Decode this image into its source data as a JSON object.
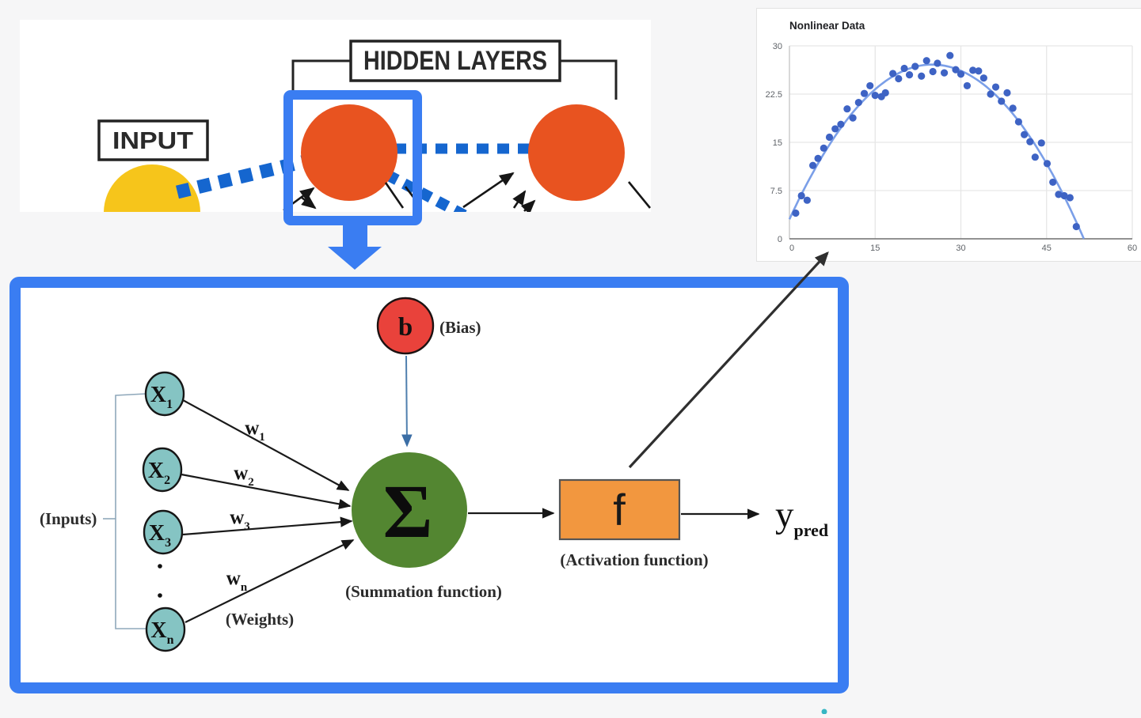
{
  "colors": {
    "highlight_blue": "#3a7df2",
    "connection_blue": "#1566cf",
    "node_orange": "#e85320",
    "input_yellow": "#f6c51b",
    "bias_red": "#e9423b",
    "input_teal": "#85c4c3",
    "summation_green": "#538631",
    "activation_orange": "#f2973f"
  },
  "network_overview": {
    "hidden_layers_label": "HIDDEN LAYERS",
    "input_label": "INPUT"
  },
  "perceptron": {
    "bias": {
      "symbol": "b",
      "caption": "(Bias)"
    },
    "inputs": {
      "caption": "(Inputs)",
      "nodes": [
        {
          "symbol": "X",
          "sub": "1"
        },
        {
          "symbol": "X",
          "sub": "2"
        },
        {
          "symbol": "X",
          "sub": "3"
        },
        {
          "symbol": "X",
          "sub": "n"
        }
      ]
    },
    "weights": {
      "caption": "(Weights)",
      "labels": [
        {
          "symbol": "w",
          "sub": "1"
        },
        {
          "symbol": "w",
          "sub": "2"
        },
        {
          "symbol": "w",
          "sub": "3"
        },
        {
          "symbol": "w",
          "sub": "n"
        }
      ]
    },
    "summation": {
      "symbol": "Σ",
      "caption": "(Summation function)"
    },
    "activation": {
      "symbol": "f",
      "caption": "(Activation function)"
    },
    "output": {
      "symbol": "y",
      "sub": "pred"
    }
  },
  "chart_data": {
    "type": "scatter",
    "title": "Nonlinear Data",
    "xlabel": "",
    "ylabel": "",
    "xlim": [
      0,
      60
    ],
    "ylim": [
      0,
      30
    ],
    "x_ticks": [
      0,
      15,
      30,
      45,
      60
    ],
    "y_ticks": [
      0,
      7.5,
      15,
      22.5,
      30
    ],
    "grid": true,
    "legend": "none",
    "point_color": "#3e63c4",
    "trend_color": "#7b9fe8",
    "trend": "quadratic-fit",
    "points": [
      [
        1.1,
        4.0
      ],
      [
        2.1,
        6.7
      ],
      [
        3.1,
        6.0
      ],
      [
        4.1,
        11.4
      ],
      [
        5.0,
        12.5
      ],
      [
        6.0,
        14.1
      ],
      [
        7.0,
        15.8
      ],
      [
        8.0,
        17.1
      ],
      [
        9.0,
        17.8
      ],
      [
        10.1,
        20.2
      ],
      [
        11.1,
        18.8
      ],
      [
        12.1,
        21.2
      ],
      [
        13.1,
        22.6
      ],
      [
        14.1,
        23.8
      ],
      [
        15.0,
        22.3
      ],
      [
        16.1,
        22.1
      ],
      [
        16.8,
        22.7
      ],
      [
        18.1,
        25.7
      ],
      [
        19.1,
        24.9
      ],
      [
        20.1,
        26.5
      ],
      [
        21.0,
        25.5
      ],
      [
        22.0,
        26.8
      ],
      [
        23.1,
        25.3
      ],
      [
        24.0,
        27.7
      ],
      [
        25.1,
        26.0
      ],
      [
        25.9,
        27.3
      ],
      [
        27.1,
        25.8
      ],
      [
        28.1,
        28.5
      ],
      [
        29.1,
        26.3
      ],
      [
        30.0,
        25.6
      ],
      [
        31.1,
        23.8
      ],
      [
        32.1,
        26.2
      ],
      [
        33.1,
        26.1
      ],
      [
        34.0,
        25.0
      ],
      [
        35.2,
        22.5
      ],
      [
        36.1,
        23.6
      ],
      [
        37.1,
        21.4
      ],
      [
        38.1,
        22.7
      ],
      [
        39.1,
        20.3
      ],
      [
        40.1,
        18.2
      ],
      [
        41.1,
        16.2
      ],
      [
        42.1,
        15.1
      ],
      [
        43.0,
        12.7
      ],
      [
        44.1,
        14.9
      ],
      [
        45.1,
        11.7
      ],
      [
        46.1,
        8.8
      ],
      [
        47.1,
        6.9
      ],
      [
        48.1,
        6.7
      ],
      [
        49.1,
        6.4
      ],
      [
        50.2,
        1.9
      ]
    ]
  }
}
